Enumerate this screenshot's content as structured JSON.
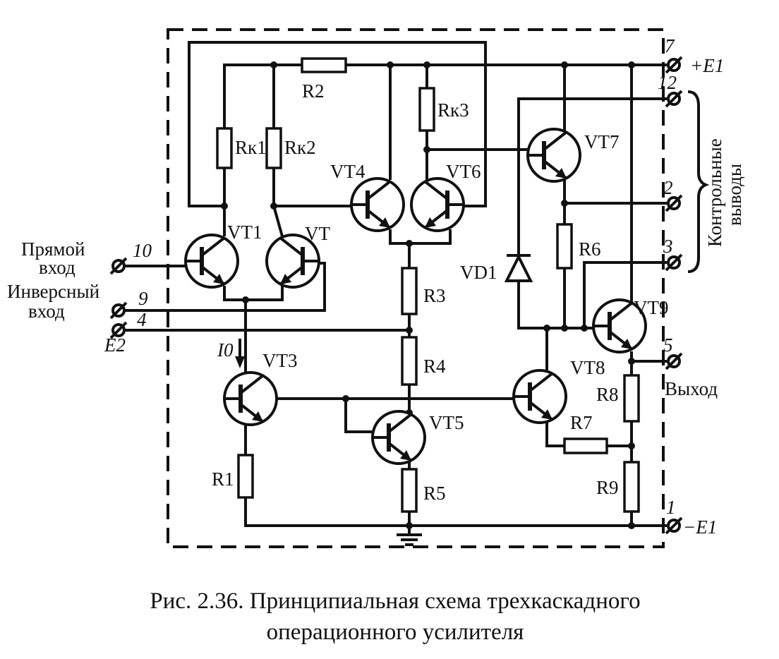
{
  "transistors": {
    "vt1": "VT1",
    "vt2": "VT",
    "vt3": "VT3",
    "vt4": "VT4",
    "vt5": "VT5",
    "vt6": "VT6",
    "vt7": "VT7",
    "vt8": "VT8",
    "vt9": "VT9"
  },
  "resistors": {
    "r1": "R1",
    "r2": "R2",
    "r3": "R3",
    "r4": "R4",
    "r5": "R5",
    "r6": "R6",
    "r7": "R7",
    "r8": "R8",
    "r9": "R9",
    "rk1": "Rк1",
    "rk2": "Rк2",
    "rk3": "Rк3"
  },
  "diode": "VD1",
  "current": "I0",
  "terminals": {
    "t7": "7",
    "t12": "12",
    "t2": "2",
    "t3": "3",
    "t5": "5",
    "t1": "1",
    "t10": "10",
    "t9": "9",
    "t4": "4"
  },
  "labels": {
    "plus_e1": "+E1",
    "minus_e1": "−E1",
    "e2": "E2",
    "direct_input_1": "Прямой",
    "direct_input_2": "вход",
    "inverse_input_1": "Инверсный",
    "inverse_input_2": "вход",
    "output": "Выход",
    "control_1": "Контрольные",
    "control_2": "выводы"
  },
  "caption": {
    "line1": "Рис. 2.36. Принципиальная схема трехкаскадного",
    "line2": "операционного усилителя"
  }
}
